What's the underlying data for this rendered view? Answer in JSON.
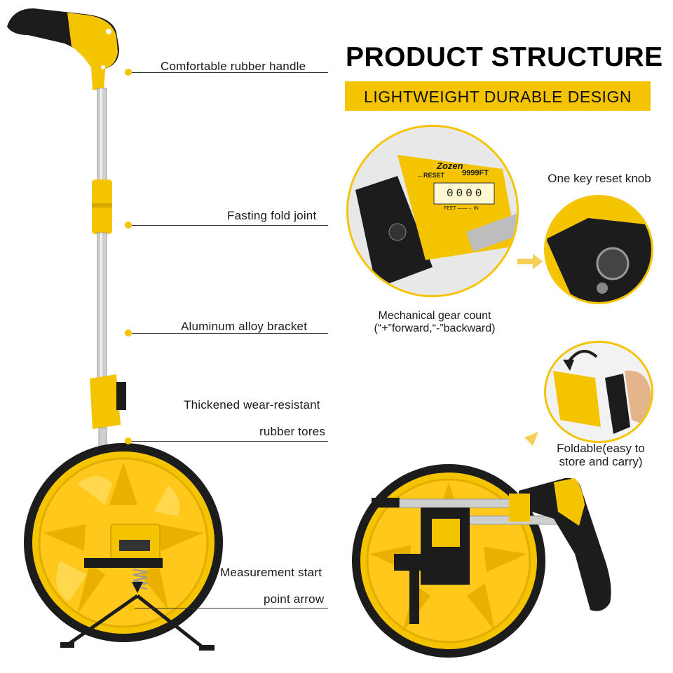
{
  "header": {
    "title": "PRODUCT STRUCTURE",
    "subtitle": "LIGHTWEIGHT DURABLE DESIGN"
  },
  "callouts": {
    "handle": "Comfortable rubber handle",
    "fold_joint": "Fasting fold joint",
    "bracket": "Aluminum alloy bracket",
    "tires_line1": "Thickened wear-resistant",
    "tires_line2": "rubber tores",
    "start_line1": "Measurement start",
    "start_line2": "point arrow"
  },
  "counter_detail": {
    "brand": "Zozen",
    "range": "9999FT",
    "reset_label": "←RESET",
    "digits": "0000",
    "units": "FEET ——→ IN",
    "caption_line1": "Mechanical gear count",
    "caption_line2": "(“+”forward,“-”backward)"
  },
  "reset_detail": {
    "caption": "One key reset knob"
  },
  "fold_detail": {
    "caption_line1": "Foldable(easy to",
    "caption_line2": "store and carry)"
  },
  "colors": {
    "accent": "#f5c400",
    "black": "#1a1a1a",
    "silver": "#c8c8c8"
  }
}
